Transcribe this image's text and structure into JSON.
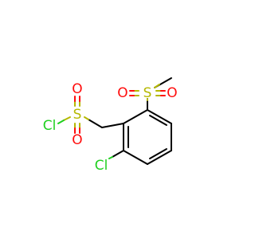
{
  "molecule": {
    "atoms": {
      "s_methylsulfonyl": {
        "symbol": "S",
        "color": "#b5b800"
      },
      "o_methylsulfonyl_left": {
        "symbol": "O",
        "color": "#ff0d0d"
      },
      "o_methylsulfonyl_right": {
        "symbol": "O",
        "color": "#ff0d0d"
      },
      "s_sulfonyl_chloride": {
        "symbol": "S",
        "color": "#b5b800"
      },
      "o_sulfonyl_top": {
        "symbol": "O",
        "color": "#ff0d0d"
      },
      "o_sulfonyl_bottom": {
        "symbol": "O",
        "color": "#ff0d0d"
      },
      "cl_sulfonyl": {
        "symbol": "Cl",
        "color": "#1fd01f"
      },
      "cl_ring": {
        "symbol": "Cl",
        "color": "#1fd01f"
      }
    },
    "colors": {
      "carbon_bond": "#000000",
      "sulfur": "#b5b800",
      "oxygen": "#ff0d0d",
      "chlorine": "#1fd01f",
      "background": "#ffffff"
    }
  }
}
